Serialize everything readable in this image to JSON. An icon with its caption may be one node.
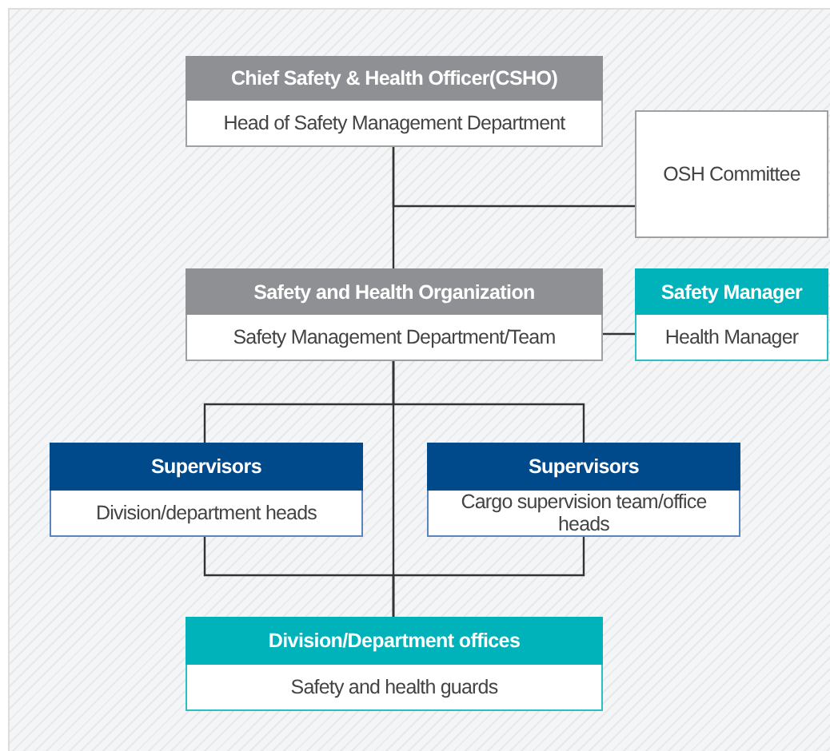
{
  "diagram": {
    "nodes": [
      {
        "text": [
          "Chief Safety & Health Officer(CSHO)",
          "Head of Safety Management Department"
        ]
      },
      {
        "text": [
          "OSH Committee"
        ]
      },
      {
        "text": [
          "Safety and Health Organization",
          "Safety Management Department/Team"
        ]
      },
      {
        "text": [
          "Safety Manager",
          "Health Manager"
        ]
      },
      {
        "text": [
          "Supervisors",
          "Division/department heads"
        ]
      },
      {
        "text": [
          "Supervisors",
          "Cargo supervision team/office heads"
        ]
      },
      {
        "text": [
          "Division/Department offices",
          "Safety and health guards"
        ]
      }
    ],
    "edges": [
      {
        "from": 0,
        "to": 2,
        "arrow": "none"
      },
      {
        "from": 0,
        "to": 1,
        "arrow": "none"
      },
      {
        "from": 2,
        "to": 3,
        "arrow": "none"
      },
      {
        "from": 2,
        "to": 4,
        "arrow": "none"
      },
      {
        "from": 2,
        "to": 5,
        "arrow": "none"
      },
      {
        "from": 2,
        "to": 6,
        "arrow": "none"
      },
      {
        "from": 4,
        "to": 6,
        "arrow": "none"
      },
      {
        "from": 5,
        "to": 6,
        "arrow": "none"
      }
    ]
  }
}
